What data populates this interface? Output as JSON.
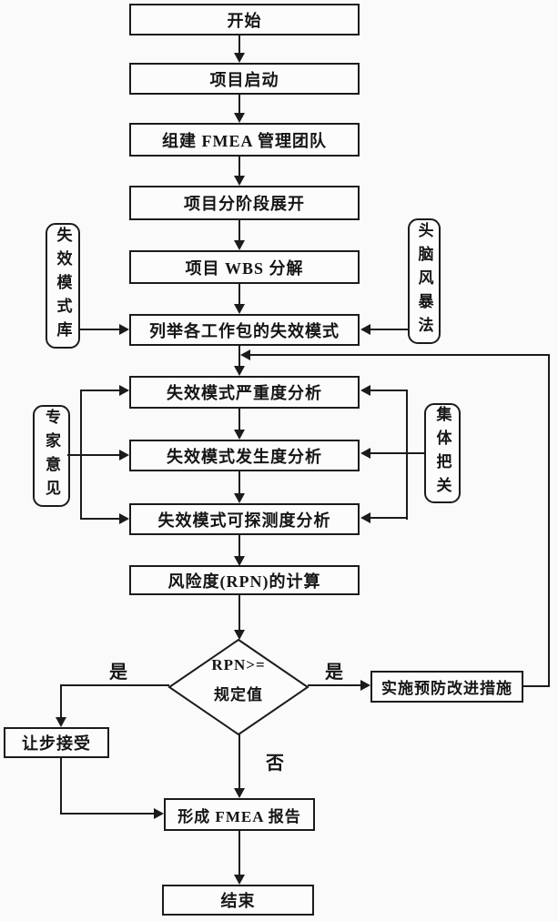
{
  "flowchart": {
    "title_hint": "FMEA process flowchart",
    "nodes": {
      "start": "开始",
      "project_launch": "项目启动",
      "form_team": "组建 FMEA 管理团队",
      "phased_development": "项目分阶段展开",
      "wbs_decomposition": "项目 WBS 分解",
      "list_failure_modes": "列举各工作包的失效模式",
      "severity_analysis": "失效模式严重度分析",
      "occurrence_analysis": "失效模式发生度分析",
      "detectability_analysis": "失效模式可探测度分析",
      "rpn_calculation": "风险度(RPN)的计算",
      "decision_top": "RPN>=",
      "decision_bottom": "规定值",
      "concession_accept": "让步接受",
      "implement_measures": "实施预防改进措施",
      "fmea_report": "形成 FMEA 报告",
      "end": "结束",
      "failure_mode_library": "失效模式库",
      "brainstorming": "头脑风暴法",
      "expert_opinion": "专家意见",
      "collective_check": "集体把关"
    },
    "edge_labels": {
      "yes_left": "是",
      "yes_right": "是",
      "no": "否"
    },
    "colors": {
      "line": "#1b1b1b",
      "background": "#fafafa"
    }
  }
}
